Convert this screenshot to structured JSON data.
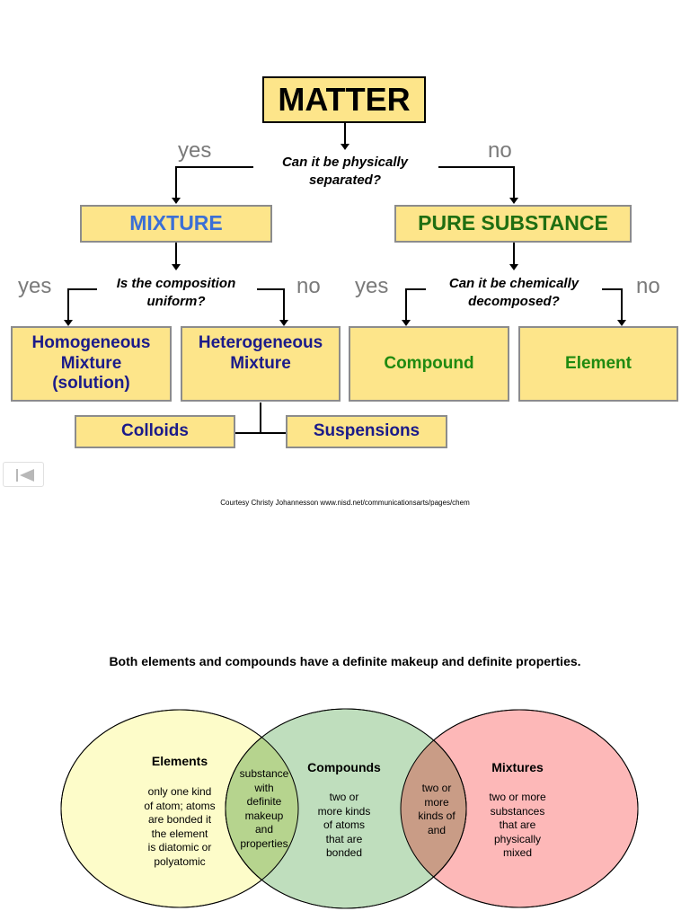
{
  "flowchart": {
    "matter": "MATTER",
    "q_physical": "Can it be physically\nseparated?",
    "yes_left": "yes",
    "no_right": "no",
    "mixture": "MIXTURE",
    "pure_substance": "PURE SUBSTANCE",
    "q_uniform": "Is the composition\nuniform?",
    "q_chemical": "Can it be chemically\ndecomposed?",
    "yes_1": "yes",
    "no_1": "no",
    "yes_2": "yes",
    "no_2": "no",
    "homogeneous": "Homogeneous\nMixture\n(solution)",
    "heterogeneous": "Heterogeneous\nMixture",
    "compound": "Compound",
    "element": "Element",
    "colloids": "Colloids",
    "suspensions": "Suspensions"
  },
  "courtesy": "Courtesy Christy Johannesson www.nisd.net/communicationsarts/pages/chem",
  "venn": {
    "caption": "Both elements and compounds have a definite makeup and definite properties.",
    "elements_title": "Elements",
    "elements_text": "only one kind\nof atom; atoms\nare bonded it\nthe element\nis diatomic or\npolyatomic",
    "overlap_ec": "substance\nwith\ndefinite\nmakeup\nand\nproperties",
    "compounds_title": "Compounds",
    "compounds_text": "two or\nmore kinds\nof atoms\nthat are\nbonded",
    "overlap_cm": "two or\nmore\nkinds of\nand",
    "mixtures_title": "Mixtures",
    "mixtures_text": "two or more\nsubstances\nthat are\nphysically\nmixed"
  },
  "colors": {
    "box_fill": "#fde58a",
    "mixture_text": "#3b6fd6",
    "pure_text": "#1f6e12",
    "navy_text": "#1b1b8a",
    "green_text": "#1f8a10",
    "elements_fill": "#fdfcc9",
    "compounds_fill": "#bcdcb9",
    "mixtures_fill": "#fdb8b8"
  }
}
